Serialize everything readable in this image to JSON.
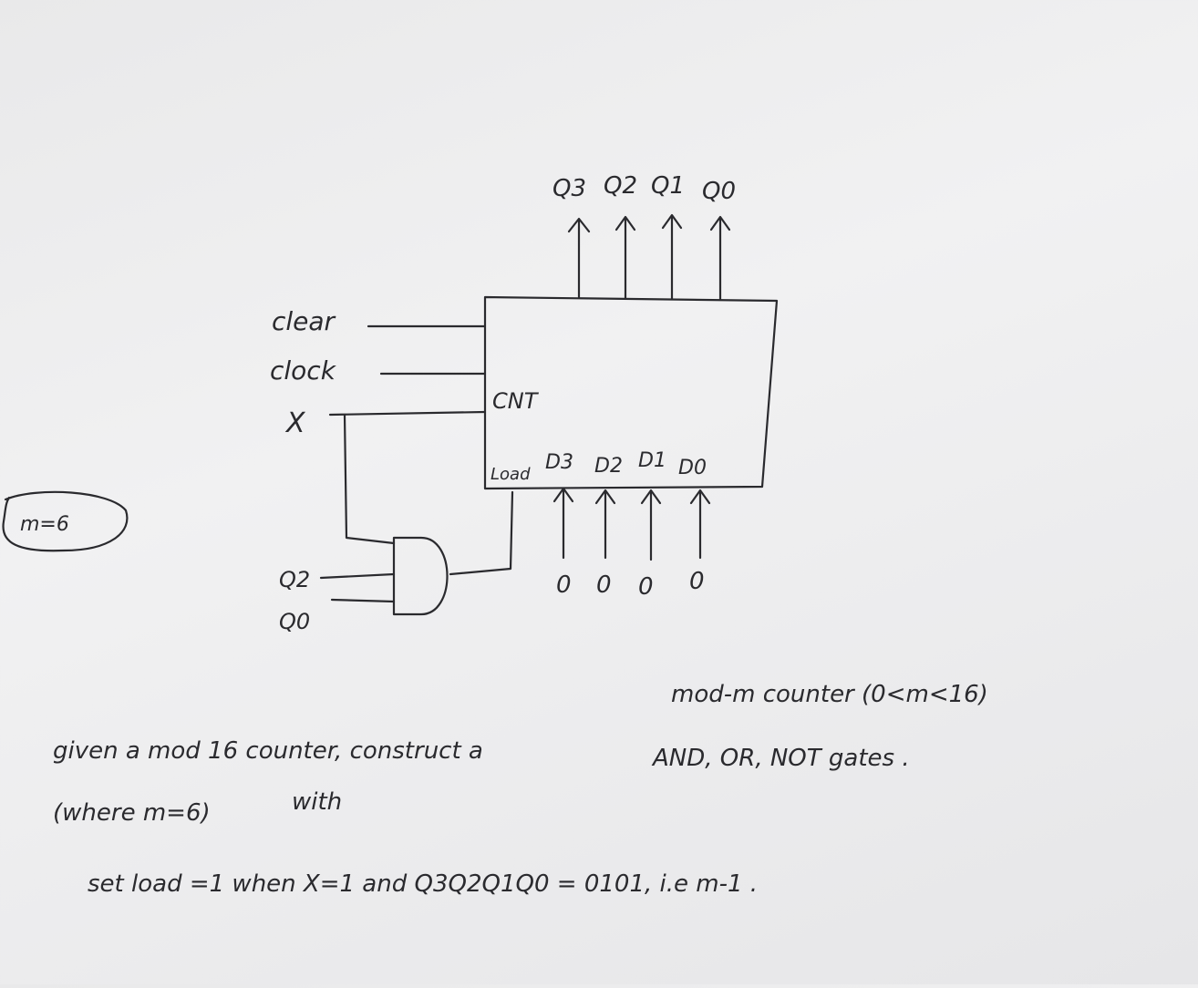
{
  "diagram": {
    "outputs": [
      "Q3",
      "Q2",
      "Q1",
      "Q0"
    ],
    "left_inputs": {
      "clear": "clear",
      "clock": "clock",
      "x": "X"
    },
    "block": {
      "cnt": "CNT",
      "load": "Load",
      "data_inputs": [
        "D3",
        "D2",
        "D1",
        "D0"
      ]
    },
    "data_values": [
      "0",
      "0",
      "0",
      "0"
    ],
    "gate_inputs": [
      "Q2",
      "Q0"
    ],
    "circled_note": "m=6"
  },
  "notes": {
    "line1_right": "mod-m counter (0<m<16)",
    "line2": "given a mod 16 counter, construct a",
    "line2_tail": "AND, OR, NOT gates .",
    "line3_a": "(where m=6)",
    "line3_b": "with",
    "line4": "set load =1 when X=1 and Q3Q2Q1Q0 = 0101, i.e m-1 ."
  }
}
